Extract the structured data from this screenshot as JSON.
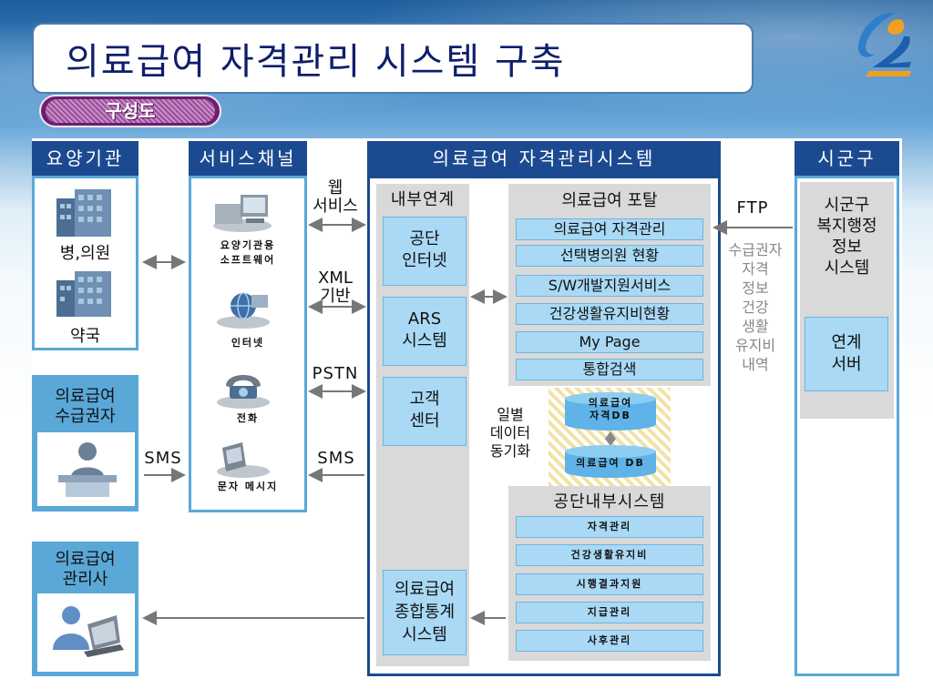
{
  "title": "의료급여 자격관리 시스템 구축",
  "tag": "구성도",
  "colors": {
    "header_blue": "#1c4a91",
    "light_blue_box": "#a9d9f5",
    "pill_purple": "#6b1f6e",
    "db_yellow": "#f1e2a6"
  },
  "columns": {
    "care": {
      "header": "요양기관",
      "hospital": "병,의원",
      "pharmacy": "약국",
      "recipient": "의료급여\n수급권자",
      "manager": "의료급여\n관리사"
    },
    "service": {
      "header": "서비스채널",
      "items": [
        {
          "label": "요양기관용\n소프트웨어",
          "icon": "computer-icon"
        },
        {
          "label": "인터넷",
          "icon": "globe-icon"
        },
        {
          "label": "전화",
          "icon": "telephone-icon"
        },
        {
          "label": "문자 메시지",
          "icon": "mobile-icon"
        }
      ]
    },
    "system": {
      "header": "의료급여 자격관리시스템",
      "internal_header": "내부연계",
      "internal": [
        "공단\n인터넷",
        "ARS\n시스템",
        "고객\n센터"
      ],
      "stats": "의료급여\n종합통계\n시스템",
      "portal_header": "의료급여 포탈",
      "portal": [
        "의료급여 자격관리",
        "선택병의원 현황",
        "S/W개발지원서비스",
        "건강생활유지비현황",
        "My Page",
        "통합검색"
      ],
      "sync_label": "일별\n데이터\n동기화",
      "db1": "의료급여\n자격DB",
      "db2": "의료급여 DB",
      "nhis_header": "공단내부시스템",
      "nhis": [
        "자격관리",
        "건강생활유지비",
        "시행결과지원",
        "지급관리",
        "사후관리"
      ]
    },
    "district": {
      "header": "시군구",
      "system": "시군구\n복지행정\n정보\n시스템",
      "server": "연계\n서버"
    }
  },
  "arrow_labels": {
    "web": "웹\n서비스",
    "xml": "XML\n기반",
    "pstn": "PSTN",
    "sms1": "SMS",
    "sms2": "SMS",
    "ftp": "FTP",
    "ftp_note": "수급권자\n자격\n정보\n건강\n생활\n유지비\n내역"
  }
}
